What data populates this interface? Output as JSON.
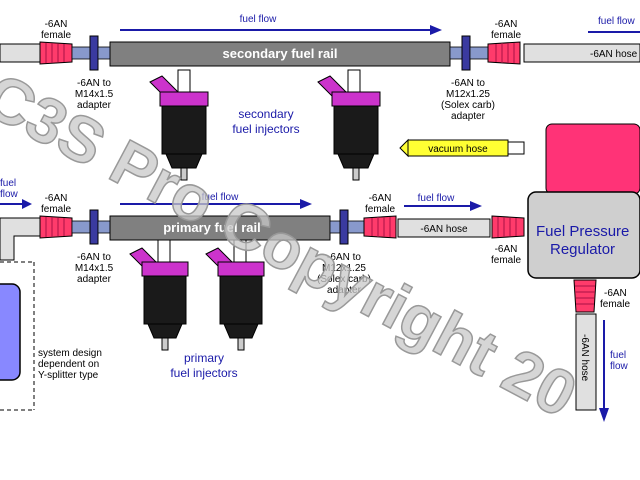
{
  "labels": {
    "fuel_flow": "fuel flow",
    "an6_female": "-6AN female",
    "an6_female_line1": "-6AN",
    "an6_female_line2": "female",
    "an6_hose": "-6AN hose",
    "adapter_m14_l1": "-6AN to",
    "adapter_m14_l2": "M14x1.5",
    "adapter_m14_l3": "adapter",
    "adapter_m12_l1": "-6AN to",
    "adapter_m12_l2": "M12x1.25",
    "adapter_m12_l3": "(Solex carb)",
    "adapter_m12_l4": "adapter",
    "secondary_rail": "secondary fuel rail",
    "primary_rail": "primary fuel rail",
    "secondary_inj_l1": "secondary",
    "secondary_inj_l2": "fuel injectors",
    "primary_inj_l1": "primary",
    "primary_inj_l2": "fuel injectors",
    "vacuum_hose": "vacuum hose",
    "fpr_l1": "Fuel Pressure",
    "fpr_l2": "Regulator",
    "system_l1": "system design",
    "system_l2": "dependent on",
    "system_l3": "Y-splitter type",
    "fuel_flow_short1": "fuel",
    "fuel_flow_short2": "flow",
    "flow_partial": "flow",
    "watermark": "C3S Pro Copyright 20"
  },
  "colors": {
    "rail": "#808080",
    "fitting_pink": "#ff3b6b",
    "adapter_blue": "#3a3aa0",
    "injector_body": "#1a1a1a",
    "injector_cap": "#cc33cc",
    "fpr_body": "#cfcfcf",
    "fpr_top": "#ff3377",
    "vacuum_yellow": "#ffff33",
    "flow_blue": "#1a1aa8",
    "filter_box": "#8888ff"
  }
}
